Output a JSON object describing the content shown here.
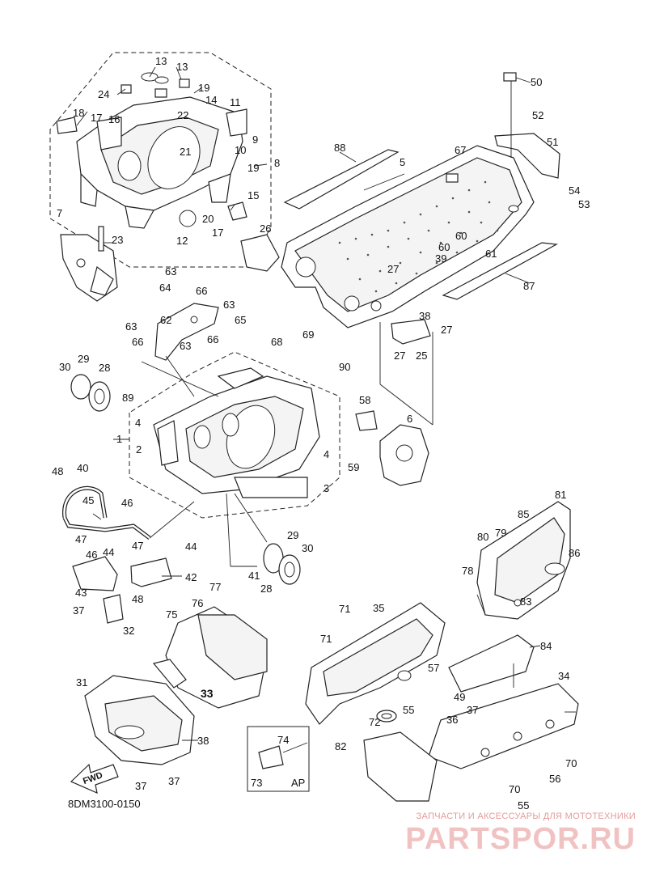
{
  "diagram": {
    "code": "8DM3100-0150",
    "fwd_label": "FWD",
    "ap_label": "AP",
    "callouts": [
      "1",
      "2",
      "3",
      "4",
      "4",
      "5",
      "6",
      "7",
      "8",
      "9",
      "10",
      "11",
      "12",
      "13",
      "13",
      "14",
      "15",
      "16",
      "17",
      "17",
      "18",
      "19",
      "19",
      "20",
      "21",
      "22",
      "23",
      "24",
      "25",
      "26",
      "27",
      "27",
      "27",
      "28",
      "28",
      "29",
      "29",
      "30",
      "30",
      "31",
      "32",
      "33",
      "34",
      "35",
      "36",
      "37",
      "37",
      "37",
      "37",
      "38",
      "38",
      "39",
      "40",
      "41",
      "42",
      "43",
      "44",
      "44",
      "45",
      "46",
      "46",
      "47",
      "47",
      "48",
      "48",
      "49",
      "50",
      "51",
      "52",
      "53",
      "54",
      "55",
      "55",
      "56",
      "57",
      "58",
      "59",
      "60",
      "60",
      "61",
      "62",
      "63",
      "63",
      "63",
      "63",
      "64",
      "65",
      "66",
      "66",
      "66",
      "67",
      "68",
      "69",
      "70",
      "70",
      "71",
      "71",
      "72",
      "73",
      "74",
      "75",
      "76",
      "77",
      "78",
      "79",
      "80",
      "81",
      "82",
      "83",
      "84",
      "85",
      "86",
      "87",
      "88",
      "89",
      "90"
    ]
  },
  "watermark": {
    "line1": "ЗАПЧАСТИ И АКСЕССУАРЫ ДЛЯ МОТОТЕХНИКИ",
    "line2": "PARTSPOR.RU"
  }
}
